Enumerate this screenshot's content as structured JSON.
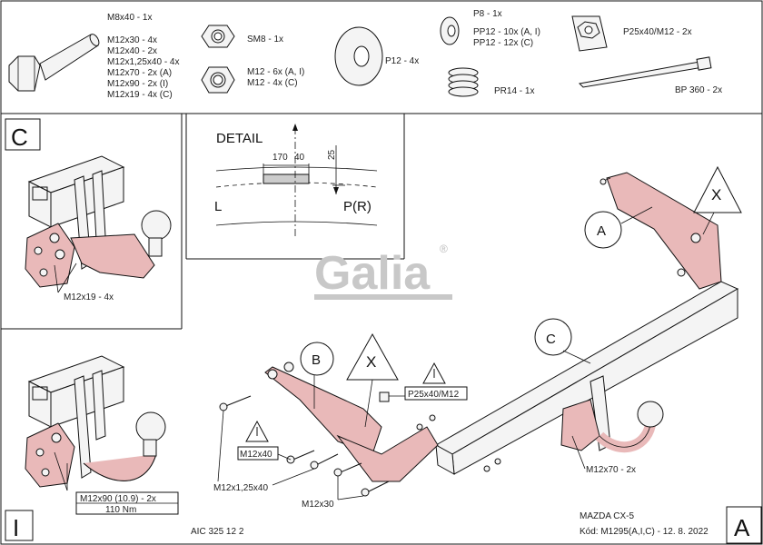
{
  "parts_list": {
    "bolt_label": "M8x40 - 1x",
    "bolt_list": [
      "M12x30 - 4x",
      "M12x40 - 2x",
      "M12x1,25x40 - 4x",
      "M12x70 - 2x (A)",
      "M12x90 - 2x (I)",
      "M12x19 - 4x (C)"
    ],
    "nut_sm8": "SM8 - 1x",
    "nut_m12": [
      "M12 - 6x (A, I)",
      "M12 - 4x (C)"
    ],
    "washer_p12": "P12 - 4x",
    "washer_p8": "P8 - 1x",
    "washer_pp12": [
      "PP12 - 10x (A, I)",
      "PP12 - 12x (C)"
    ],
    "spring": "PR14 - 1x",
    "plate": "P25x40/M12 - 2x",
    "cable_tie": "BP 360 - 2x"
  },
  "detail": {
    "title": "DETAIL",
    "dim_170": "170",
    "dim_40": "40",
    "dim_25": "25",
    "left": "L",
    "right": "P(R)"
  },
  "variant_c": {
    "letter": "C",
    "bolt": "M12x19 - 4x"
  },
  "variant_i": {
    "letter": "I",
    "bolt": "M12x90 (10.9) - 2x",
    "torque": "110 Nm"
  },
  "variant_a": {
    "letter": "A"
  },
  "logo": {
    "text": "Galia",
    "mark": "®"
  },
  "main": {
    "label_a": "A",
    "label_b": "B",
    "label_c": "C",
    "warn_x": "X",
    "plate_label": "P25x40/M12",
    "m12x40": "M12x40",
    "m12x125x40": "M12x1,25x40",
    "m12x30": "M12x30",
    "m12x70": "M12x70 - 2x"
  },
  "footer": {
    "code": "AIC 325 12 2",
    "car": "MAZDA CX-5",
    "kod": "Kód: M1295(A,I,C) - 12. 8. 2022"
  }
}
